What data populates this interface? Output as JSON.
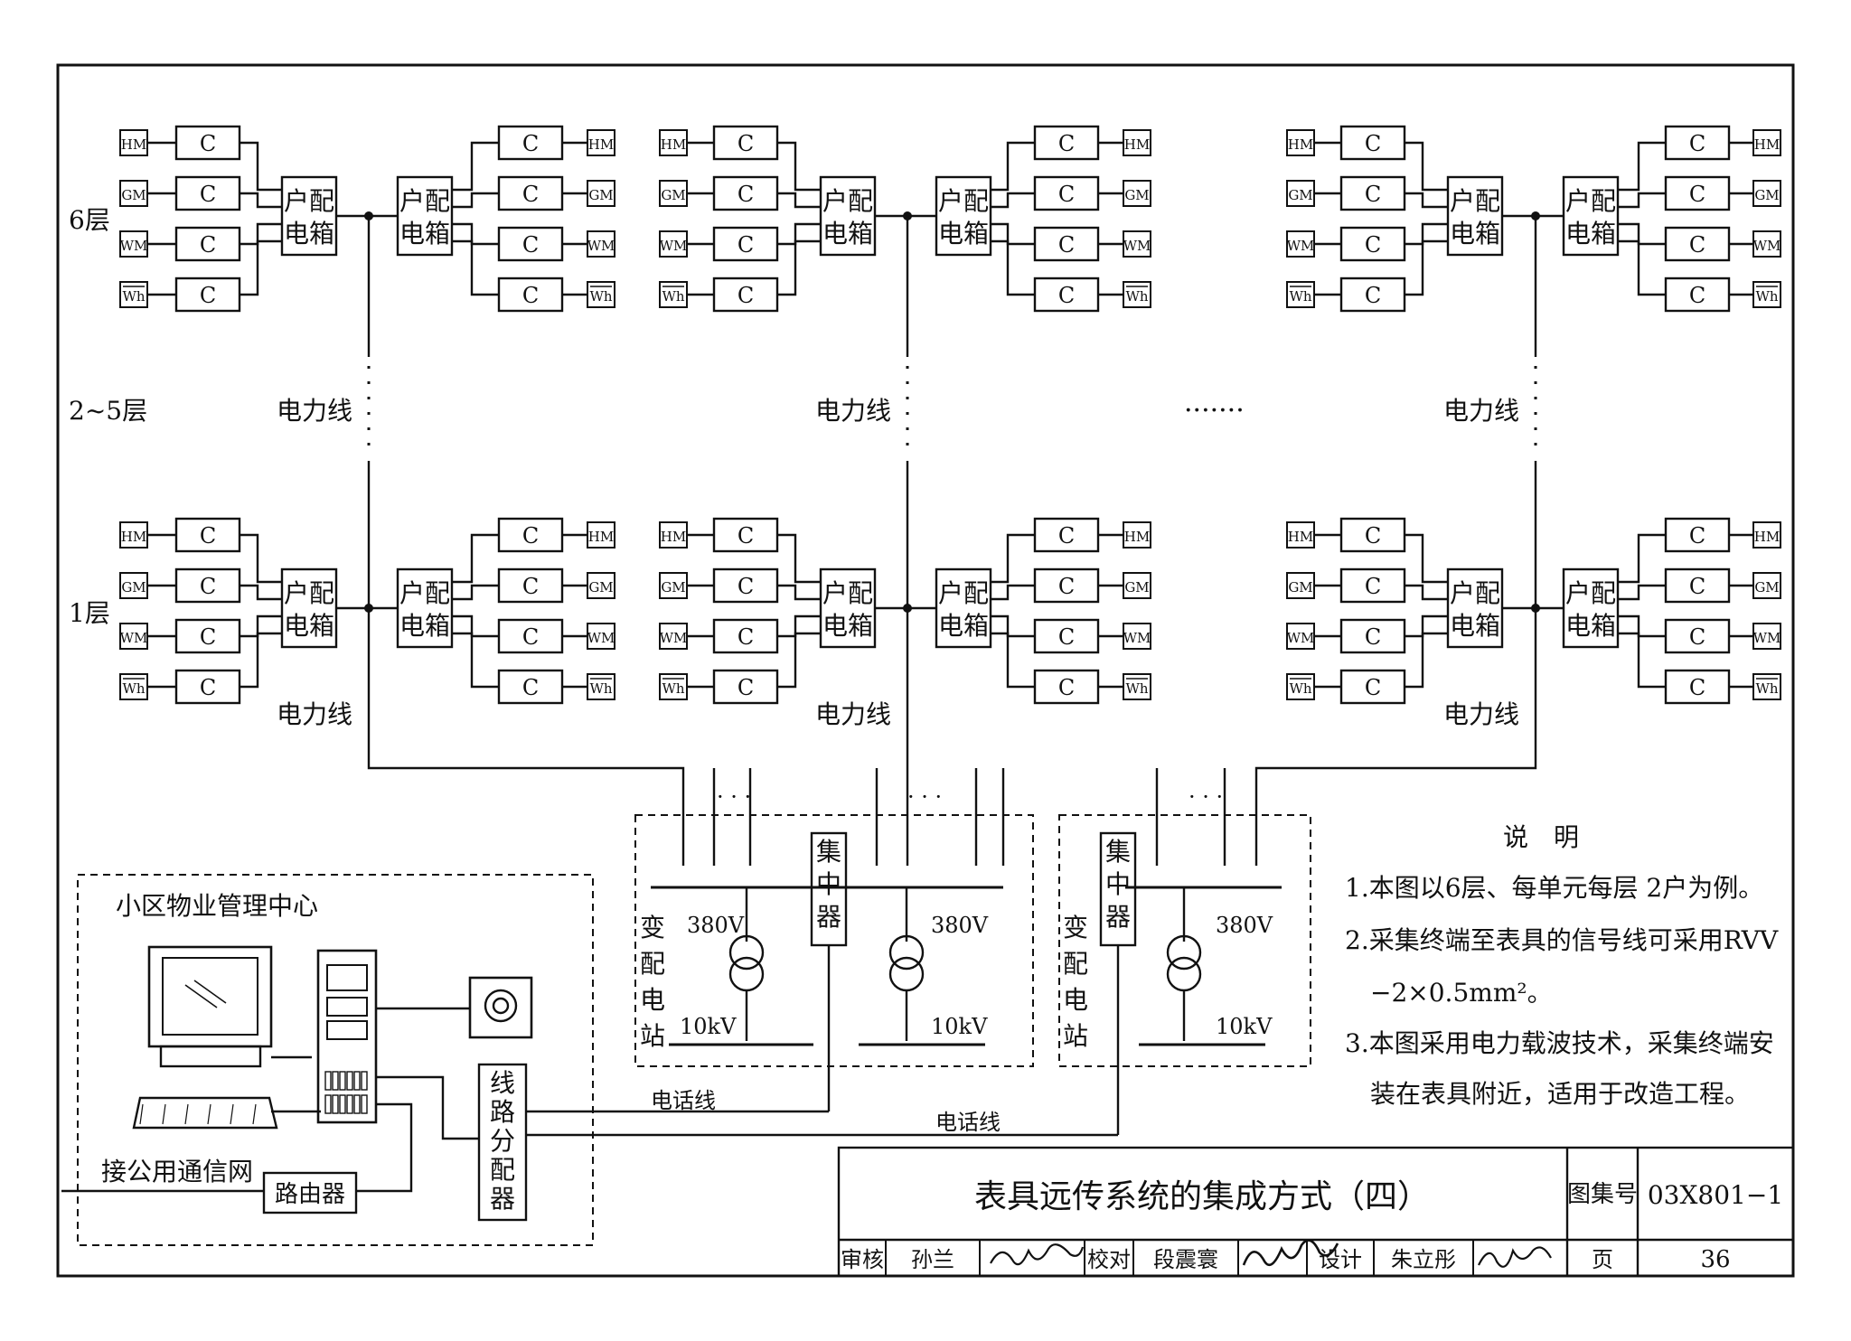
{
  "meter_labels": [
    "HM",
    "GM",
    "WM",
    "Wh"
  ],
  "collector_label": "C",
  "household_box_label": [
    "户配",
    "电箱"
  ],
  "floor_labels": {
    "top": "6层",
    "middle": "2~5层",
    "bottom": "1层"
  },
  "power_line_label": "电力线",
  "ellipsis_middle": "·······",
  "bus_dots": "· · ·",
  "substation": {
    "concentrator_label": [
      "集",
      "中",
      "器"
    ],
    "station_label": [
      "变",
      "配",
      "电",
      "站"
    ],
    "low_voltage": "380V",
    "high_voltage": "10kV"
  },
  "phone_line_label": "电话线",
  "management_center": {
    "title": "小区物业管理中心",
    "distributor_label": [
      "线",
      "路",
      "分",
      "配",
      "器"
    ],
    "router_label": "路由器",
    "public_network_label": "接公用通信网"
  },
  "notes": {
    "heading": "说　明",
    "lines": [
      "1.本图以6层、每单元每层 2户为例。",
      "2.采集终端至表具的信号线可采用RVV",
      "−2×0.5mm²。",
      "3.本图采用电力载波技术，采集终端安",
      "装在表具附近，适用于改造工程。"
    ]
  },
  "title_block": {
    "title": "表具远传系统的集成方式（四）",
    "atlas_label": "图集号",
    "atlas_number": "03X801−1",
    "review_label": "审核",
    "reviewer": "孙兰",
    "check_label": "校对",
    "checker": "段震寰",
    "design_label": "设计",
    "designer": "朱立彤",
    "page_label": "页",
    "page_number": "36"
  }
}
